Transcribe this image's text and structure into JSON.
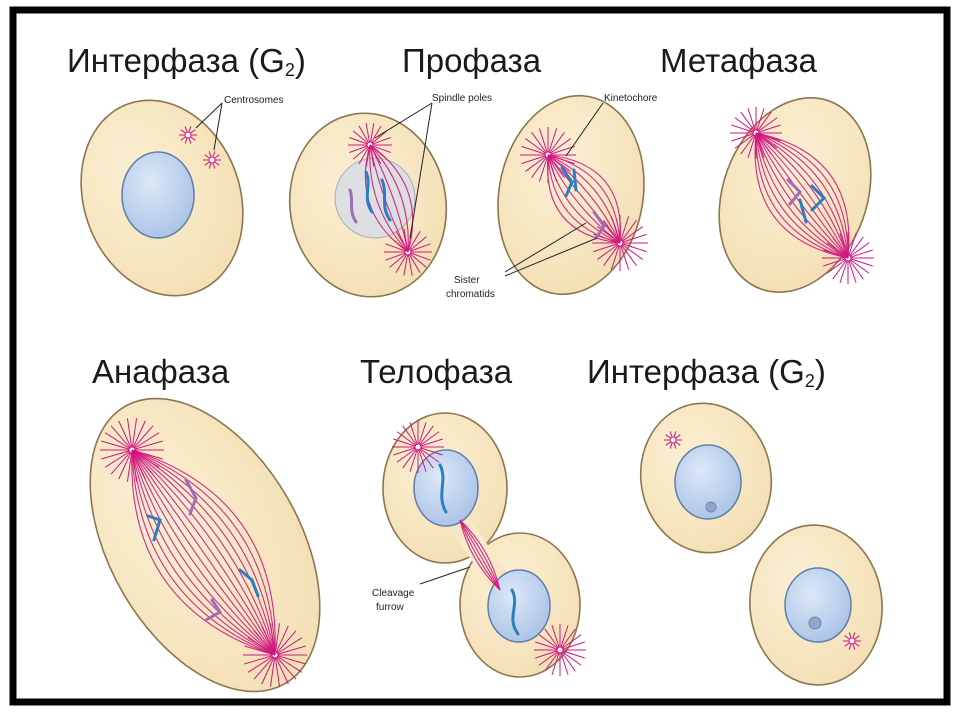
{
  "titles": {
    "interphase_top_main": "Интерфаза (G",
    "interphase_top_sub": "2",
    "interphase_top_close": ")",
    "prophase": "Профаза",
    "metaphase": "Метафаза",
    "anaphase": "Анафаза",
    "telophase": "Телофаза",
    "interphase_bottom_main": "Интерфаза (G",
    "interphase_bottom_sub": "2",
    "interphase_bottom_close": ")"
  },
  "labels": {
    "centrosomes": "Centrosomes",
    "spindle_poles": "Spindle poles",
    "kinetochore": "Kinetochore",
    "sister_1": "Sister",
    "sister_2": "chromatids",
    "cleavage_1": "Cleavage",
    "cleavage_2": "furrow"
  },
  "colors": {
    "cell_fill": "#f3dfb4",
    "cell_stroke": "#8c7650",
    "nucleus_fill": "#a9c3e6",
    "nucleus_stroke": "#5f7fa8",
    "spindle": "#d2167f",
    "chromatid_blue": "#2a7fc0",
    "chromatid_purple": "#9b6fb8",
    "frame": "#000000"
  }
}
